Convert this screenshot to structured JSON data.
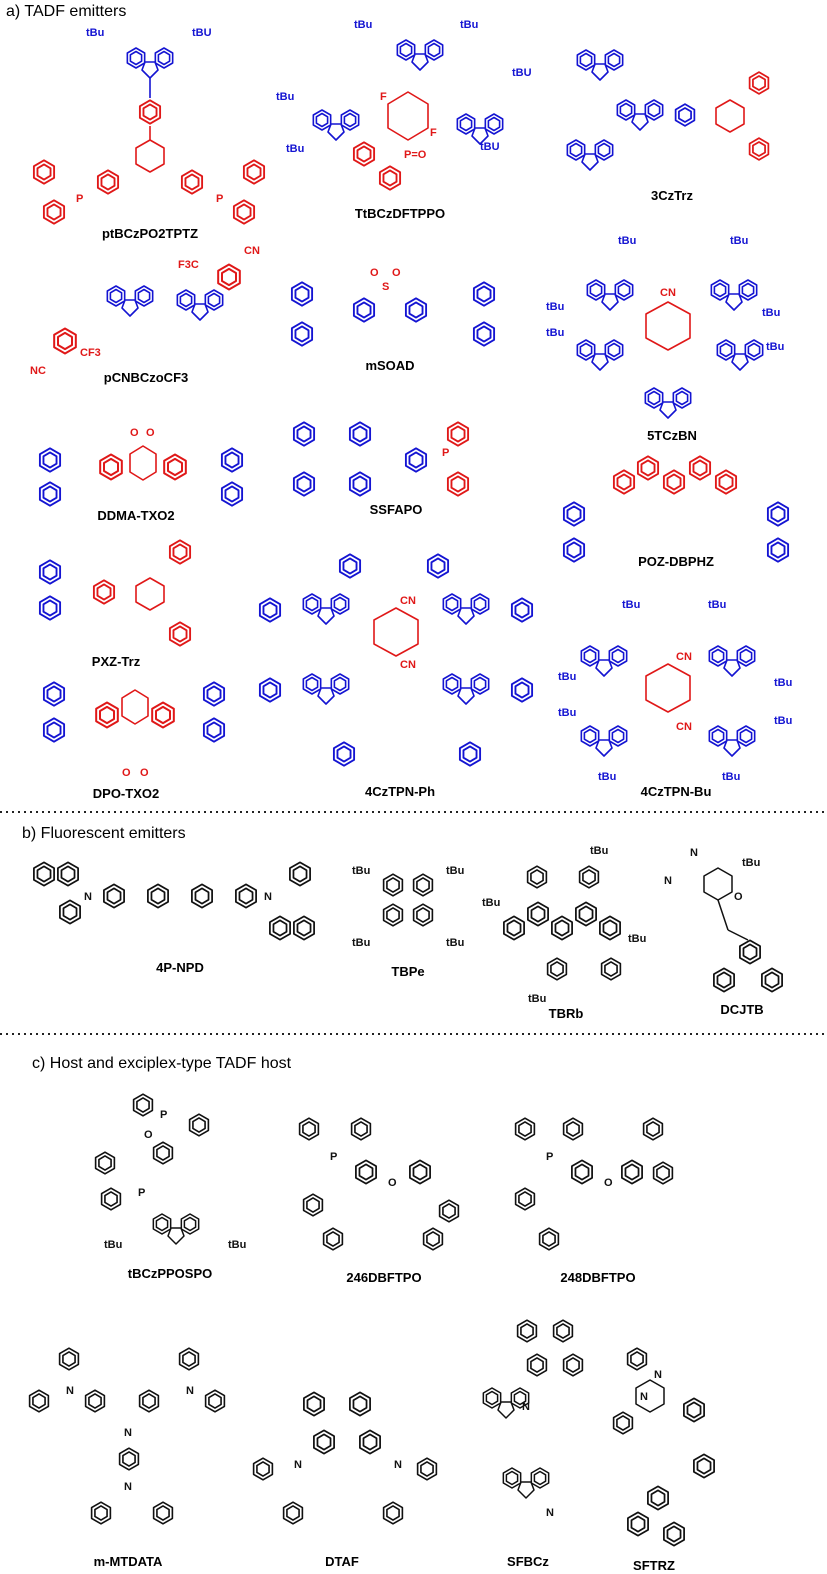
{
  "sections": {
    "a": "a) TADF emitters",
    "b": "b) Fluorescent emitters",
    "c": "c) Host and exciplex-type TADF host"
  },
  "captions": {
    "ptbczpo2tptz": "ptBCzPO2TPTZ",
    "ttbczdftppo": "TtBCzDFTPPO",
    "czt3": "3CzTrz",
    "pcnbczocf3": "pCNBCzoCF3",
    "msoad": "mSOAD",
    "tczbn5": "5TCzBN",
    "ddma": "DDMA-TXO2",
    "ssfapo": "SSFAPO",
    "pozdbphz": "POZ-DBPHZ",
    "pxztrz": "PXZ-Trz",
    "czph": "4CzTPN-Ph",
    "czbu": "4CzTPN-Bu",
    "dpotxo2": "DPO-TXO2",
    "npd": "4P-NPD",
    "tbpe": "TBPe",
    "tbrb": "TBRb",
    "dcjtb": "DCJTB",
    "tbczpposp": "tBCzPPOSPO",
    "dbftpo246": "246DBFTPO",
    "dbftpo248": "248DBFTPO",
    "mtdata": "m-MTDATA",
    "dtaf": "DTAF",
    "sfbcz": "SFBCz",
    "sftrz": "SFTRZ"
  },
  "atom_labels": {
    "tbu": "tBu",
    "tbu_caps": "tBU",
    "n": "N",
    "p": "P",
    "o": "O",
    "s": "S",
    "f": "F",
    "cn": "CN",
    "nc": "NC",
    "cf3": "CF3",
    "f3c": "F3C",
    "po": "P=O"
  },
  "colors": {
    "donor": "#1414d2",
    "acceptor": "#e01818",
    "neutral": "#111111"
  }
}
